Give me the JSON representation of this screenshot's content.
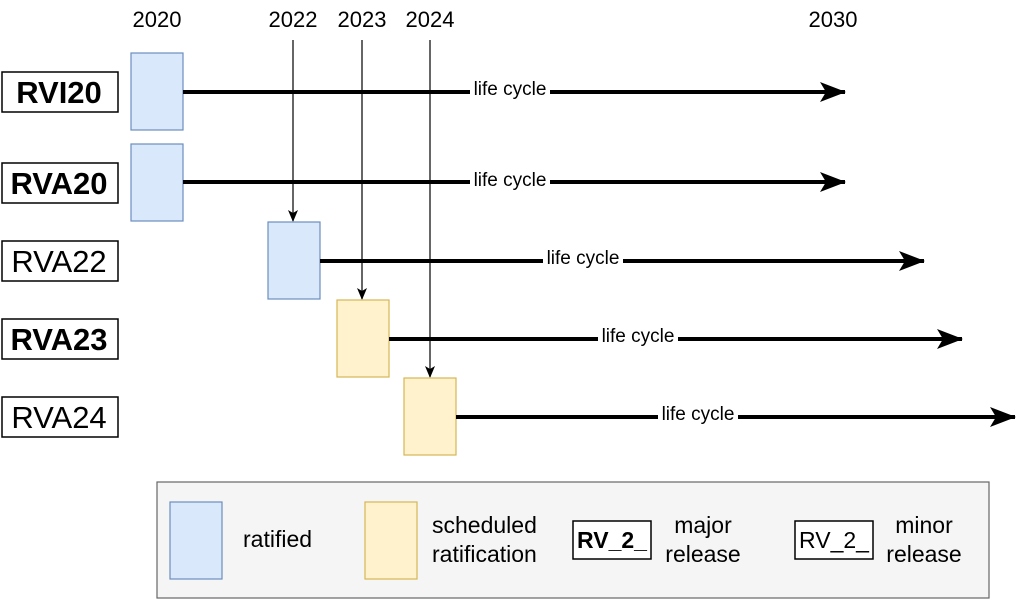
{
  "years": [
    "2020",
    "2022",
    "2023",
    "2024",
    "2030"
  ],
  "profiles": [
    {
      "id": "rvi20",
      "name": "RVI20",
      "release": "major",
      "year": "2020",
      "status": "ratified",
      "life_cycle_label": "life cycle"
    },
    {
      "id": "rva20",
      "name": "RVA20",
      "release": "major",
      "year": "2020",
      "status": "ratified",
      "life_cycle_label": "life cycle"
    },
    {
      "id": "rva22",
      "name": "RVA22",
      "release": "minor",
      "year": "2022",
      "status": "ratified",
      "life_cycle_label": "life cycle"
    },
    {
      "id": "rva23",
      "name": "RVA23",
      "release": "major",
      "year": "2023",
      "status": "scheduled",
      "life_cycle_label": "life cycle"
    },
    {
      "id": "rva24",
      "name": "RVA24",
      "release": "minor",
      "year": "2024",
      "status": "scheduled",
      "life_cycle_label": "life cycle"
    }
  ],
  "legend": {
    "ratified_label": "ratified",
    "scheduled_label_line1": "scheduled",
    "scheduled_label_line2": "ratification",
    "major_sample": "RV_2_",
    "major_label_line1": "major",
    "major_label_line2": "release",
    "minor_sample": "RV_2_",
    "minor_label_line1": "minor",
    "minor_label_line2": "release"
  },
  "colors": {
    "ratified_fill": "#dae8fc",
    "ratified_stroke": "#6c8ebf",
    "scheduled_fill": "#fff2cc",
    "scheduled_stroke": "#d6b656",
    "legend_bg": "#f5f5f5",
    "legend_stroke": "#666666",
    "line": "#000000"
  }
}
